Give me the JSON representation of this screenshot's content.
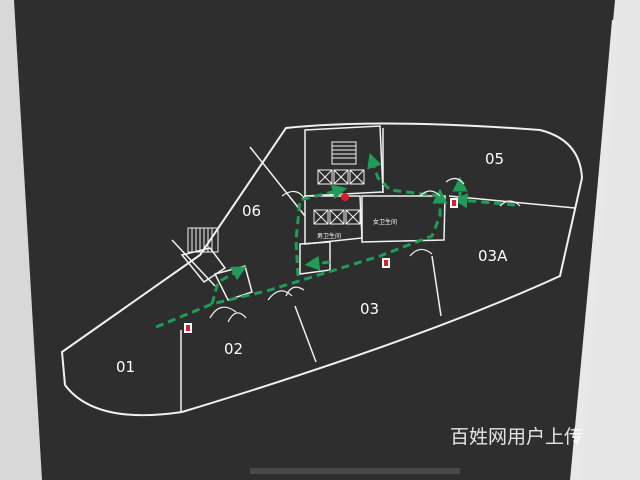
{
  "colors": {
    "board": "#2e2e2e",
    "wall_left": "#d8d8d8",
    "wall_right": "#e6e6e6",
    "outline": "#f1f1f1",
    "route": "#1f9c57",
    "marker": "#d81f2a"
  },
  "units": {
    "u01": "01",
    "u02": "02",
    "u03": "03",
    "u03a": "03A",
    "u05": "05",
    "u06": "06"
  },
  "rooms": {
    "male_restroom": "男卫生间",
    "female_restroom": "女卫生间"
  },
  "watermark": "百姓网用户上传",
  "icons": [
    "you-are-here-marker",
    "fire-extinguisher-icon",
    "elevator-icon",
    "stairs-icon",
    "evacuation-arrow-icon"
  ]
}
